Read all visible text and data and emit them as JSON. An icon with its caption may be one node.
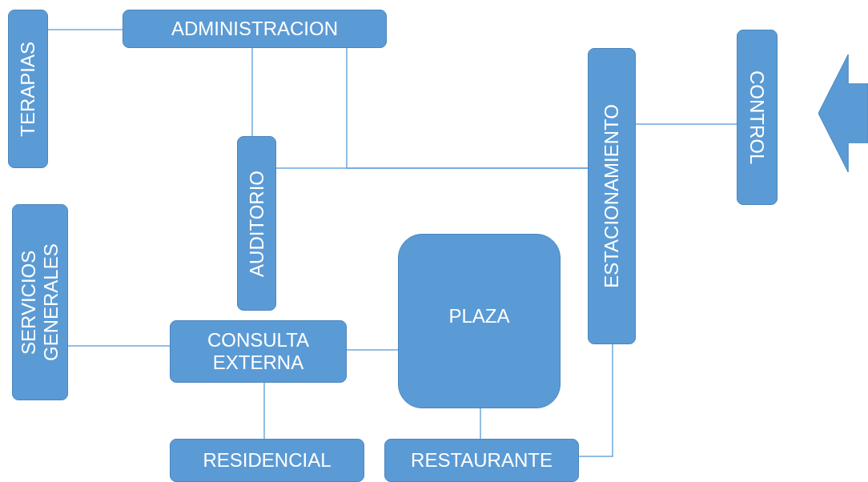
{
  "diagram": {
    "nodes": [
      {
        "text": [
          "ADMINISTRACION"
        ]
      },
      {
        "text": [
          "TERAPIAS"
        ]
      },
      {
        "text": [
          "AUDITORIO"
        ]
      },
      {
        "text": [
          "ESTACIONAMIENTO"
        ]
      },
      {
        "text": [
          "CONTROL"
        ]
      },
      {
        "text": [],
        "shape": "arrow"
      },
      {
        "text": [
          "SERVICIOS GENERALES"
        ]
      },
      {
        "text": [
          "CONSULTA EXTERNA"
        ]
      },
      {
        "text": [
          "PLAZA"
        ]
      },
      {
        "text": [
          "RESIDENCIAL"
        ]
      },
      {
        "text": [
          "RESTAURANTE"
        ]
      }
    ],
    "edges": [
      {
        "from": 1,
        "to": 0,
        "arrow": "none"
      },
      {
        "from": 0,
        "to": 2,
        "arrow": "none"
      },
      {
        "from": 0,
        "to": 3,
        "arrow": "none"
      },
      {
        "from": 2,
        "to": 3,
        "arrow": "none"
      },
      {
        "from": 3,
        "to": 4,
        "arrow": "none"
      },
      {
        "from": 6,
        "to": 7,
        "arrow": "none"
      },
      {
        "from": 7,
        "to": 8,
        "arrow": "none"
      },
      {
        "from": 7,
        "to": 9,
        "arrow": "none"
      },
      {
        "from": 8,
        "to": 10,
        "arrow": "none"
      },
      {
        "from": 3,
        "to": 10,
        "arrow": "none"
      }
    ]
  }
}
